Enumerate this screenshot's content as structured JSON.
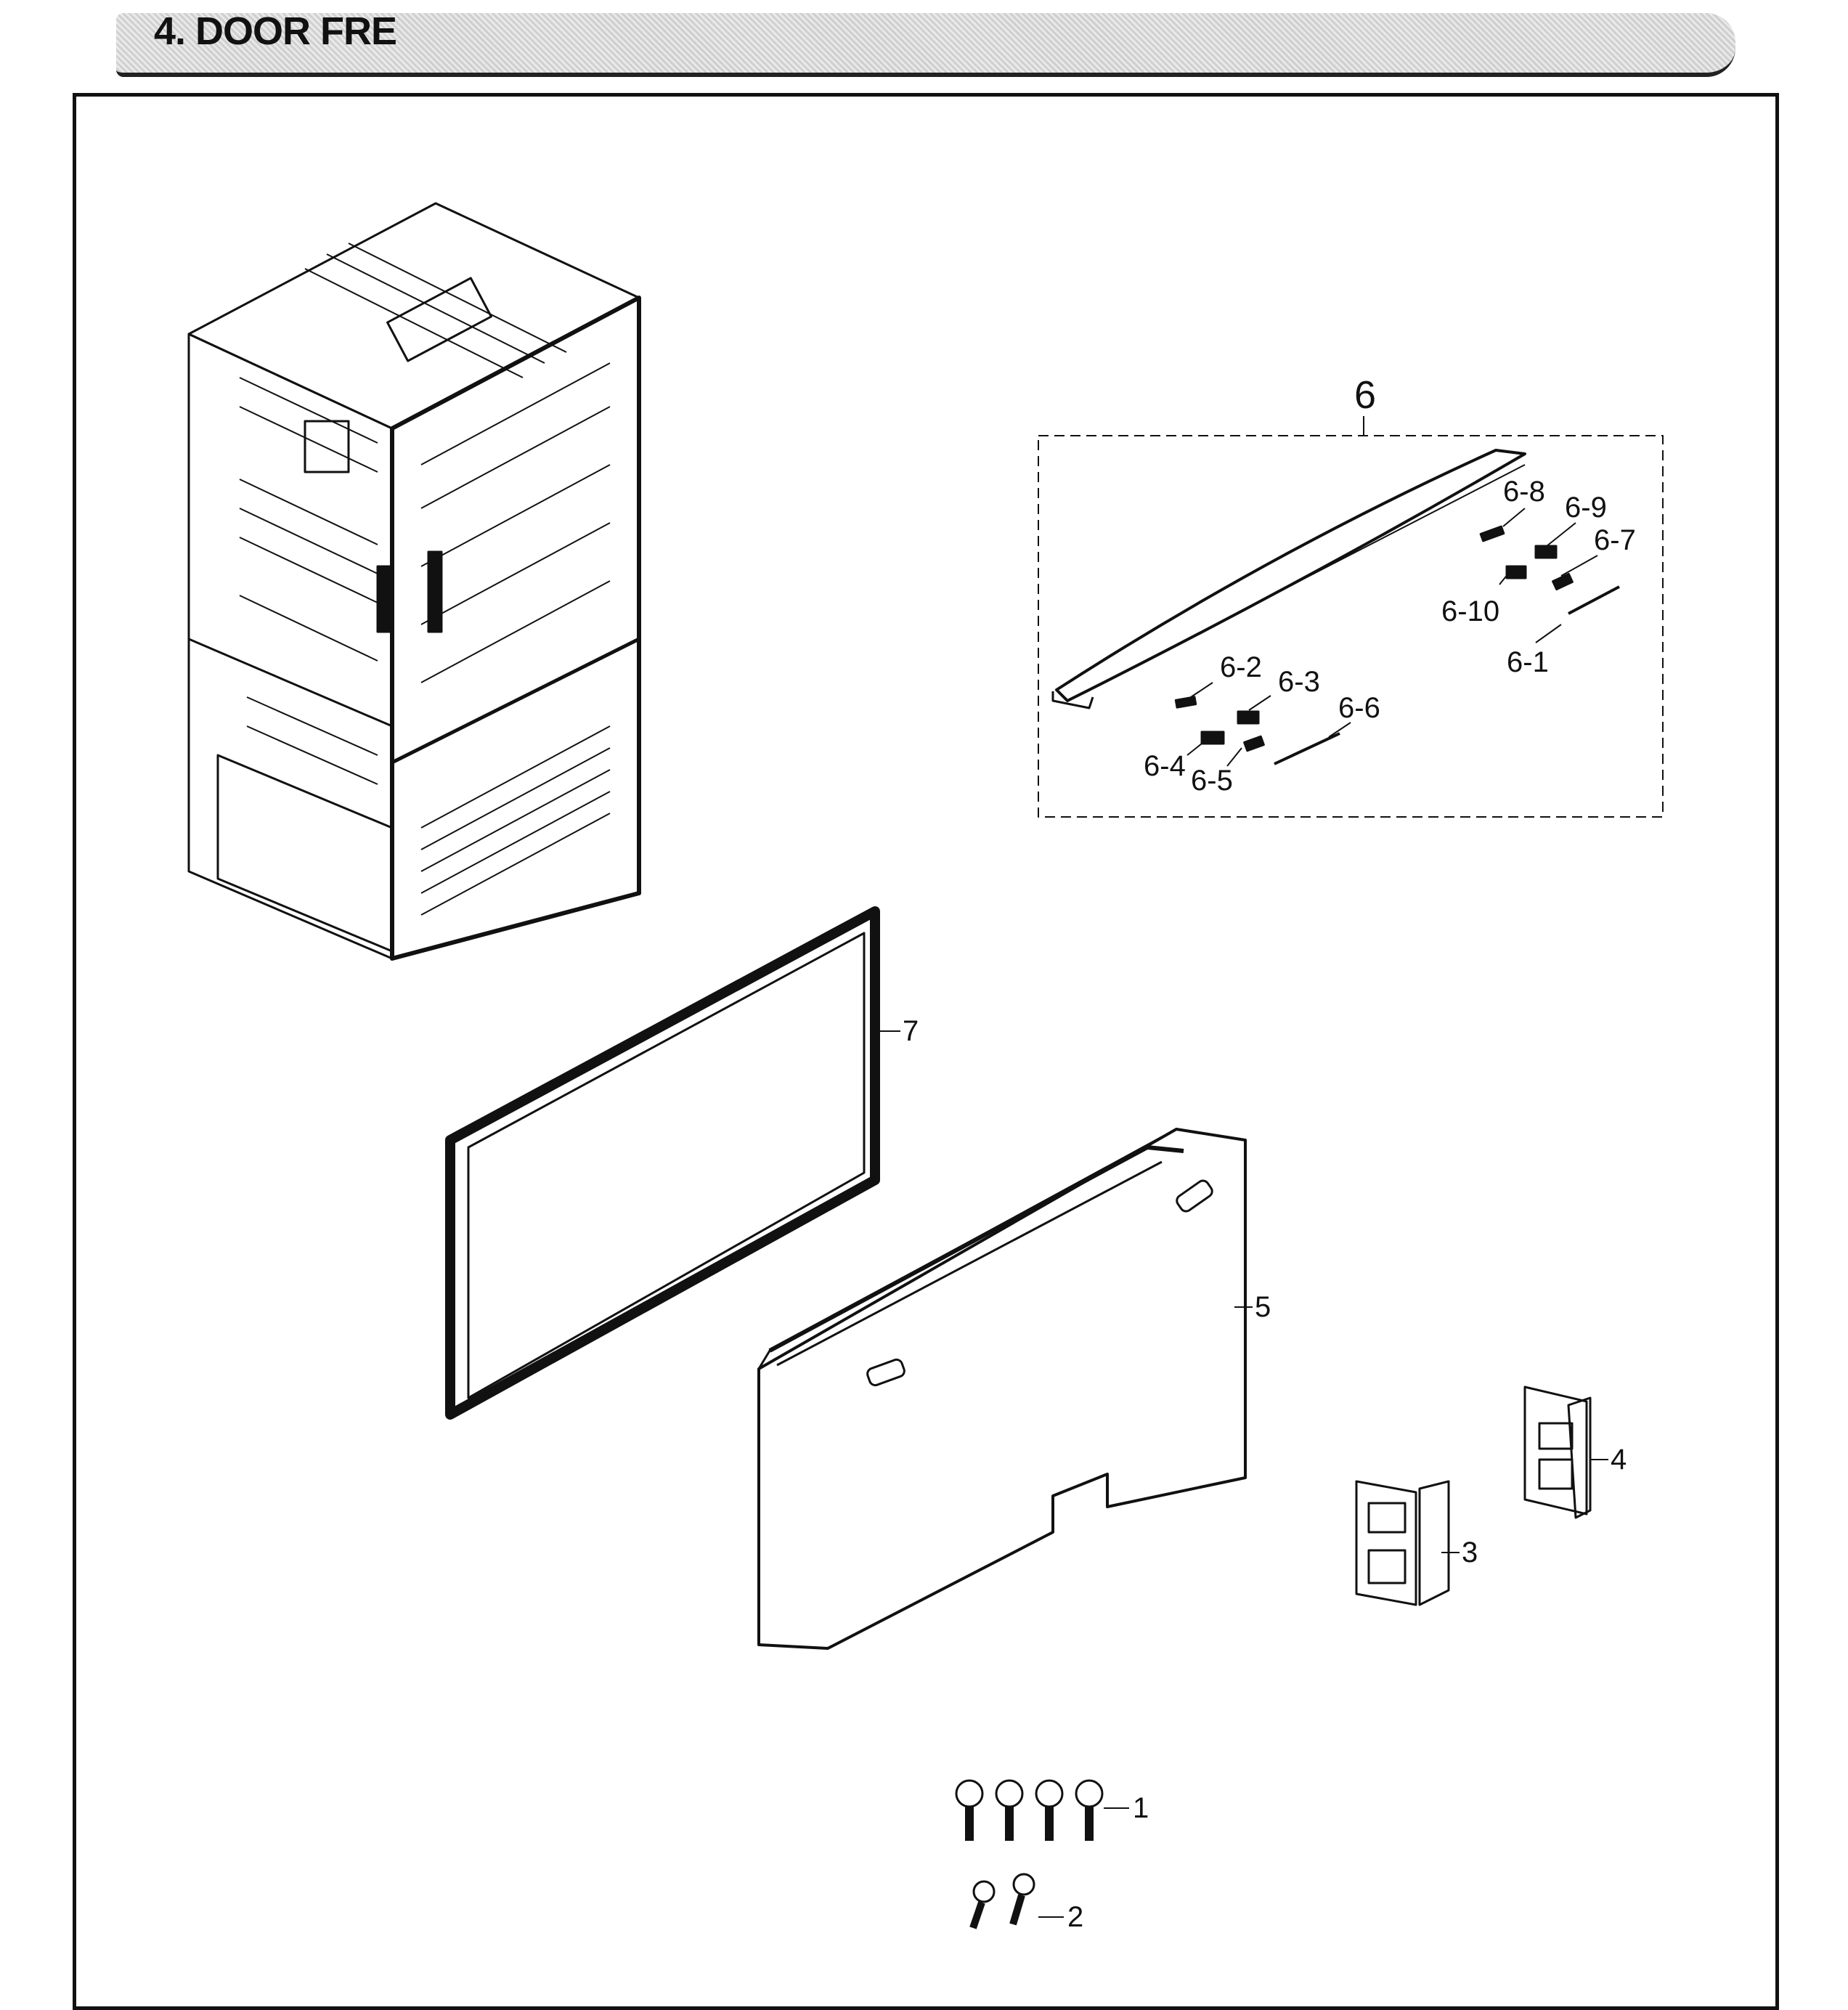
{
  "header": {
    "title": "4. DOOR FRE"
  },
  "callouts": {
    "c6": "6",
    "c6_8": "6-8",
    "c6_9": "6-9",
    "c6_7": "6-7",
    "c6_10": "6-10",
    "c6_1": "6-1",
    "c6_2": "6-2",
    "c6_3": "6-3",
    "c6_6": "6-6",
    "c6_4": "6-4",
    "c6_5": "6-5",
    "c7": "7",
    "c5": "5",
    "c4": "4",
    "c3": "3",
    "c1": "1",
    "c2": "2"
  },
  "colors": {
    "line": "#111111",
    "header_bg": "#d8d8d8"
  }
}
